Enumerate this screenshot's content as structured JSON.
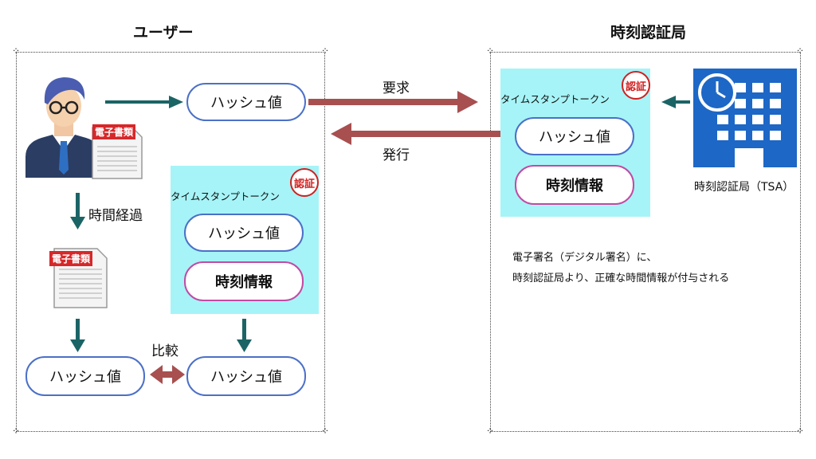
{
  "headings": {
    "user": "ユーザー",
    "tsa": "時刻認証局"
  },
  "labels": {
    "request": "要求",
    "issue": "発行",
    "time_elapsed": "時間経過",
    "compare": "比較",
    "tsa_caption": "時刻認証局（TSA）"
  },
  "document_tag": "電子書類",
  "hash_value": "ハッシュ値",
  "time_info": "時刻情報",
  "token_label": "タイムスタンプトークン",
  "stamp_text": "認証",
  "note_lines": [
    "電子署名（デジタル署名）に、",
    "時刻認証局より、正確な時間情報が付与される"
  ],
  "colors": {
    "teal_arrow": "#1b6466",
    "red_arrow": "#a84f4f",
    "token_bg": "#a6f4f7",
    "pill_blue": "#4b70c8",
    "pill_pink": "#c24aa4",
    "building_blue": "#1d67c6"
  },
  "icons": [
    "businessman-icon",
    "document-icon",
    "building-clock-icon",
    "seal-stamp-icon"
  ]
}
